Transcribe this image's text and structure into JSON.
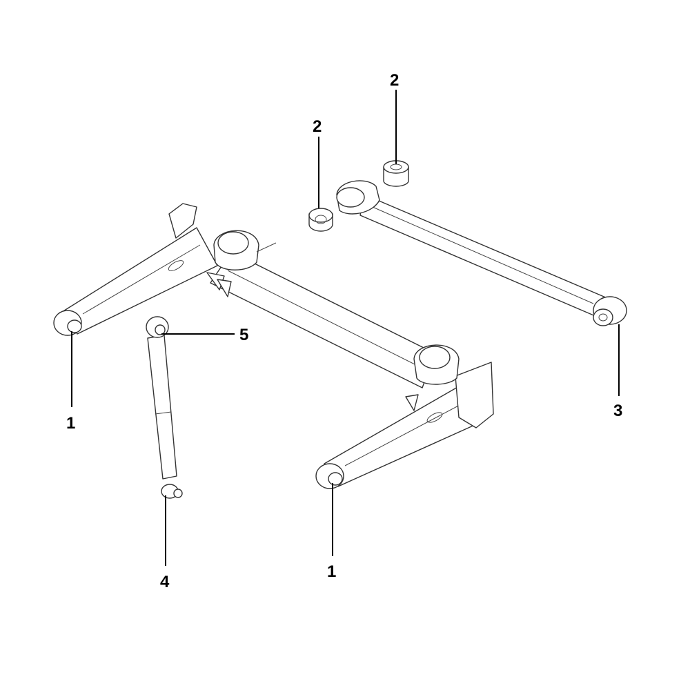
{
  "diagram": {
    "callouts": [
      {
        "id": "callout-2a",
        "label": "2"
      },
      {
        "id": "callout-2b",
        "label": "2"
      },
      {
        "id": "callout-1a",
        "label": "1"
      },
      {
        "id": "callout-5",
        "label": "5"
      },
      {
        "id": "callout-3",
        "label": "3"
      },
      {
        "id": "callout-1b",
        "label": "1"
      },
      {
        "id": "callout-4",
        "label": "4"
      }
    ]
  }
}
